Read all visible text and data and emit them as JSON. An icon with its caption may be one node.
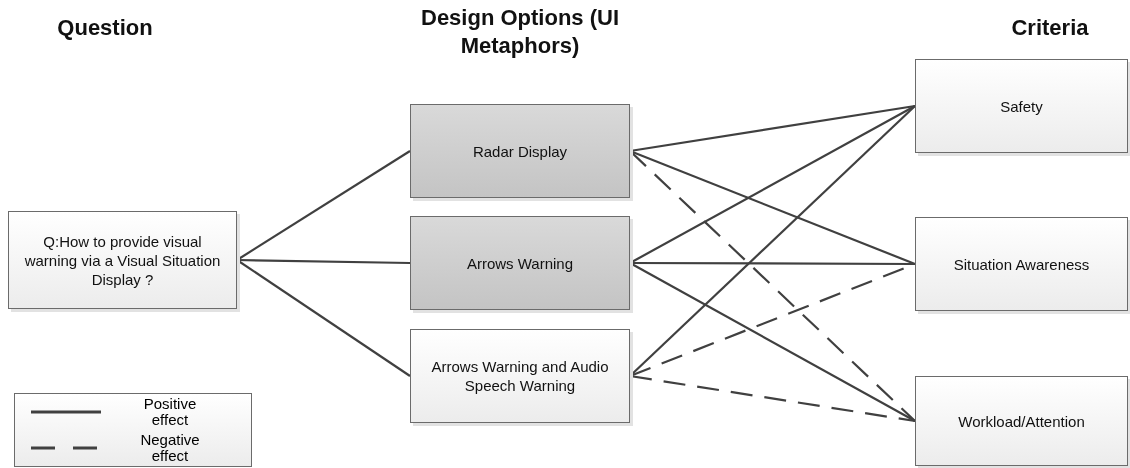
{
  "diagram": {
    "nodes": [
      {
        "text": [
          "Q:How to provide visual warning via a Visual Situation Display ?"
        ]
      },
      {
        "text": [
          "Radar Display"
        ]
      },
      {
        "text": [
          "Arrows Warning"
        ]
      },
      {
        "text": [
          "Arrows Warning and Audio Speech Warning"
        ]
      },
      {
        "text": [
          "Safety"
        ]
      },
      {
        "text": [
          "Situation Awareness"
        ]
      },
      {
        "text": [
          "Workload/Attention"
        ]
      }
    ],
    "edges": [
      {
        "from": 0,
        "to": 1,
        "arrow": "none"
      },
      {
        "from": 0,
        "to": 2,
        "arrow": "none"
      },
      {
        "from": 0,
        "to": 3,
        "arrow": "none"
      },
      {
        "from": 1,
        "to": 4,
        "arrow": "none"
      },
      {
        "from": 1,
        "to": 5,
        "arrow": "none"
      },
      {
        "from": 1,
        "to": 6,
        "arrow": "none",
        "style": "dashed"
      },
      {
        "from": 2,
        "to": 4,
        "arrow": "none"
      },
      {
        "from": 2,
        "to": 5,
        "arrow": "none"
      },
      {
        "from": 2,
        "to": 6,
        "arrow": "none"
      },
      {
        "from": 3,
        "to": 4,
        "arrow": "none"
      },
      {
        "from": 3,
        "to": 5,
        "arrow": "none",
        "style": "dashed"
      },
      {
        "from": 3,
        "to": 6,
        "arrow": "none",
        "style": "dashed"
      }
    ],
    "labels": [
      "Question",
      "Design Options (UI Metaphors)",
      "Criteria"
    ],
    "legend": [
      {
        "text": "Positive effect"
      },
      {
        "text": "Negative effect"
      }
    ]
  }
}
